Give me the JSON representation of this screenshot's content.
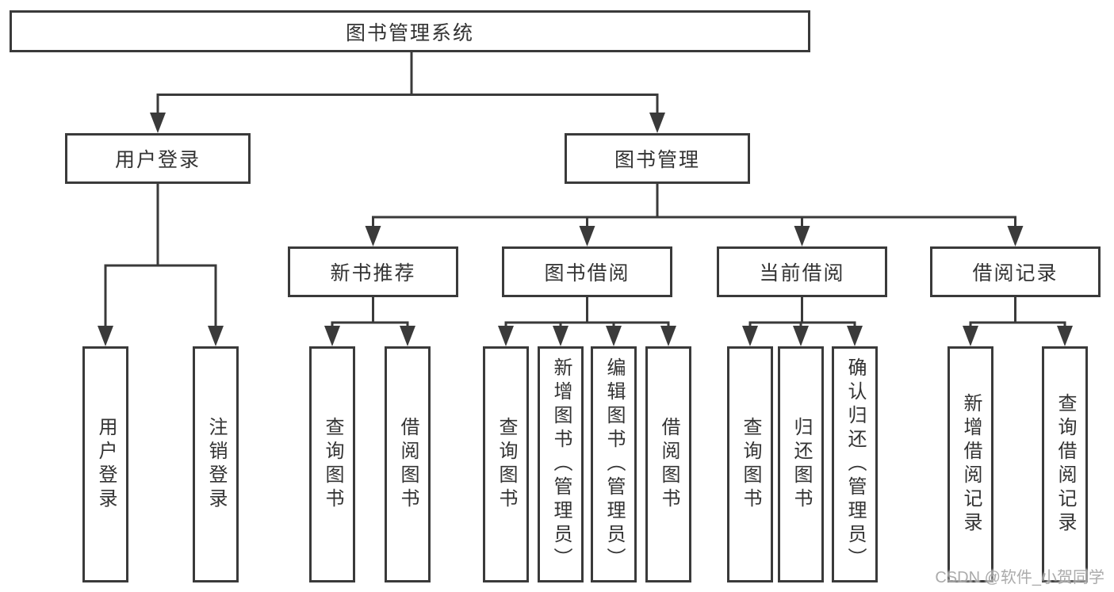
{
  "tree": {
    "root": {
      "label": "图书管理系统"
    },
    "level2": [
      {
        "label": "用户登录"
      },
      {
        "label": "图书管理"
      }
    ],
    "level3": [
      {
        "label": "新书推荐"
      },
      {
        "label": "图书借阅"
      },
      {
        "label": "当前借阅"
      },
      {
        "label": "借阅记录"
      }
    ],
    "leaves": [
      {
        "parent": "用户登录",
        "label": "用户登录"
      },
      {
        "parent": "用户登录",
        "label": "注销登录"
      },
      {
        "parent": "新书推荐",
        "label": "查询图书"
      },
      {
        "parent": "新书推荐",
        "label": "借阅图书"
      },
      {
        "parent": "图书借阅",
        "label": "查询图书"
      },
      {
        "parent": "图书借阅",
        "label": "新增图书（管理员）"
      },
      {
        "parent": "图书借阅",
        "label": "编辑图书（管理员）"
      },
      {
        "parent": "图书借阅",
        "label": "借阅图书"
      },
      {
        "parent": "当前借阅",
        "label": "查询图书"
      },
      {
        "parent": "当前借阅",
        "label": "归还图书"
      },
      {
        "parent": "当前借阅",
        "label": "确认归还（管理员）"
      },
      {
        "parent": "借阅记录",
        "label": "新增借阅记录"
      },
      {
        "parent": "借阅记录",
        "label": "查询借阅记录"
      }
    ]
  },
  "watermark": "CSDN @软件_小贺同学",
  "colors": {
    "line": "#3a3a3a",
    "text": "#333333",
    "watermark": "#969696",
    "background": "#ffffff"
  }
}
